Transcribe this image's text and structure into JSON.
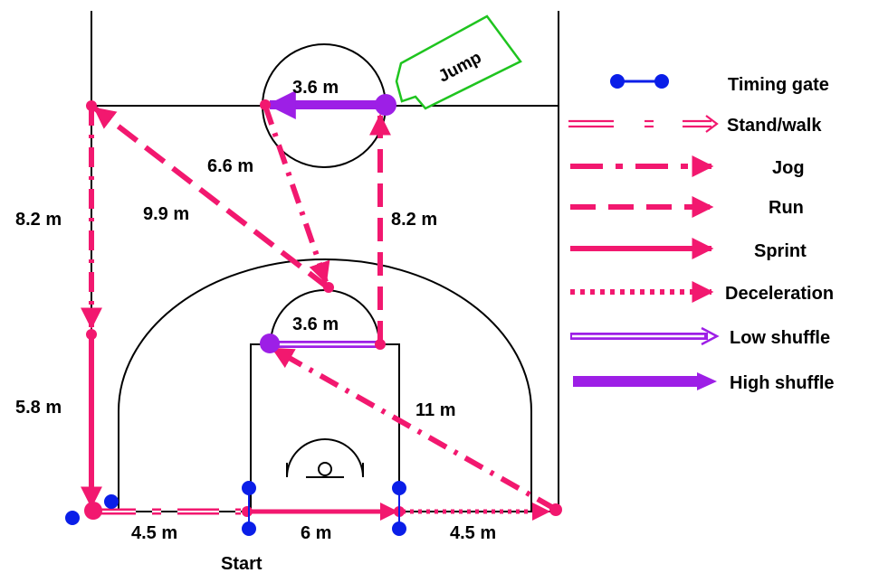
{
  "distances": {
    "top_circle": "3.6 m",
    "diagonal_short": "6.6 m",
    "diagonal_long": "9.9 m",
    "left_upper": "8.2 m",
    "right_upper": "8.2 m",
    "left_lower": "5.8 m",
    "ft_line": "3.6 m",
    "diagonal_11": "11 m",
    "baseline_left": "4.5 m",
    "baseline_mid": "6 m",
    "baseline_right": "4.5 m"
  },
  "start_label": "Start",
  "jump_label": "Jump",
  "legend": [
    {
      "label": "Timing gate",
      "icon": "timing-gate"
    },
    {
      "label": "Stand/walk",
      "icon": "stand-walk-arrow"
    },
    {
      "label": "Jog",
      "icon": "jog-arrow"
    },
    {
      "label": "Run",
      "icon": "run-arrow"
    },
    {
      "label": "Sprint",
      "icon": "sprint-arrow"
    },
    {
      "label": "Deceleration",
      "icon": "deceleration-arrow"
    },
    {
      "label": "Low shuffle",
      "icon": "low-shuffle-arrow"
    },
    {
      "label": "High shuffle",
      "icon": "high-shuffle-arrow"
    }
  ],
  "colors": {
    "pink": "#f2186f",
    "purple": "#9d1fe6",
    "blue": "#0a1ee8",
    "green": "#1fc41f",
    "court": "#000000"
  }
}
